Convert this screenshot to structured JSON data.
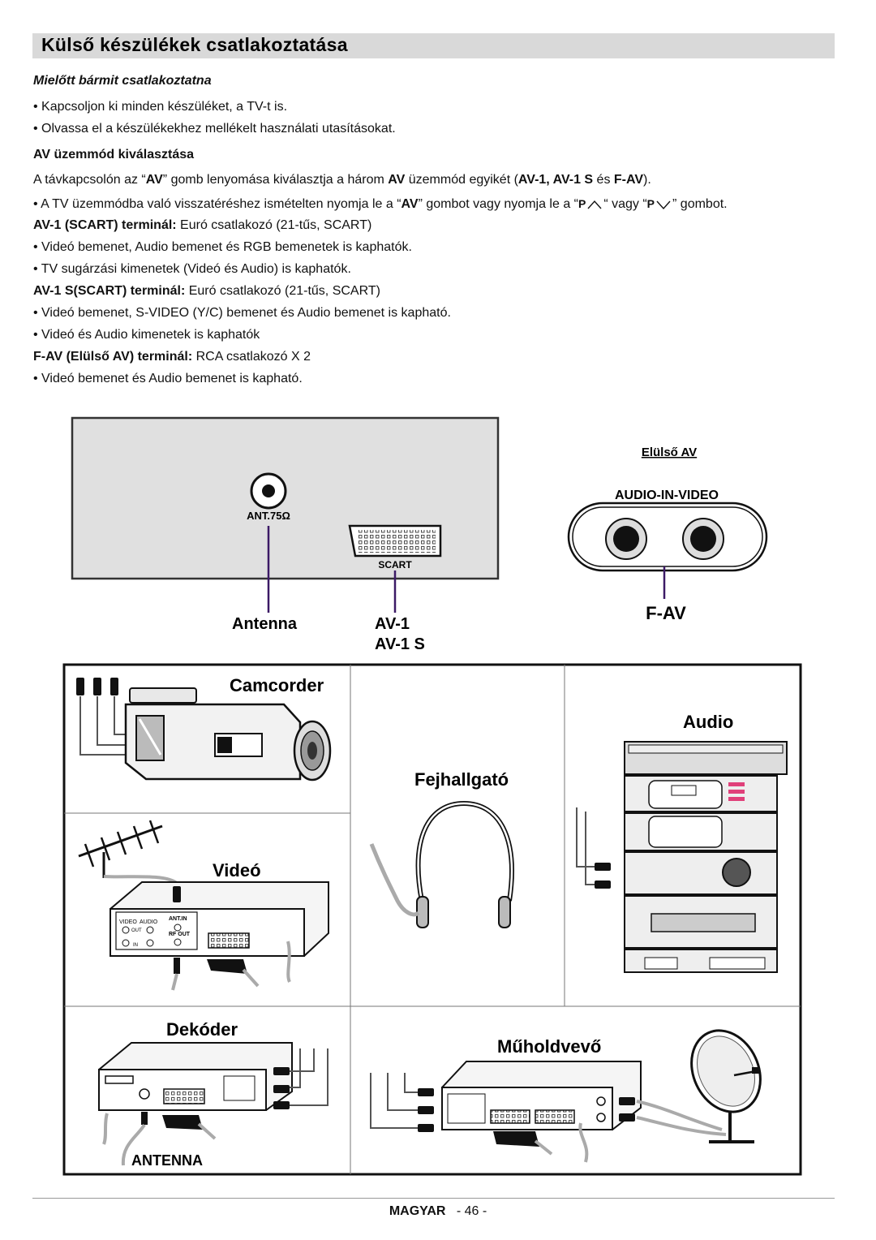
{
  "title": "Külső készülékek csatlakoztatása",
  "before": {
    "heading": "Mielőtt bármit csatlakoztatna",
    "bullets": [
      "Kapcsoljon ki minden készüléket, a TV-t is.",
      "Olvassa el a készülékekhez mellékelt használati utasításokat."
    ]
  },
  "av_mode": {
    "heading": "AV üzemmód kiválasztása",
    "line1_a": "A távkapcsolón az “",
    "line1_av": "AV",
    "line1_b": "” gomb lenyomása kiválasztja a három ",
    "line1_av2": "AV",
    "line1_c": " üzemmód egyikét (",
    "line1_modes": "AV-1, AV-1 S",
    "line1_es": " és ",
    "line1_fav": "F-AV",
    "line1_end": ").",
    "line2_a": "• A TV üzemmódba való visszatéréshez ismételten nyomja le a “",
    "line2_av": "AV",
    "line2_b": "” gombot vagy nyomja le a “",
    "line2_p1": "P",
    "line2_c": "“ vagy “",
    "line2_p2": "P",
    "line2_d": "” gombot."
  },
  "sections": [
    {
      "label": "AV-1 (SCART) terminál:",
      "text": " Euró csatlakozó (21-tűs, SCART)",
      "bullets": [
        "Videó bemenet, Audio bemenet és RGB bemenetek is kaphatók.",
        "TV sugárzási kimenetek (Videó és Audio) is kaphatók."
      ]
    },
    {
      "label": "AV-1 S(SCART) terminál:",
      "text": " Euró csatlakozó (21-tűs, SCART)",
      "bullets": [
        "Videó bemenet, S-VIDEO (Y/C) bemenet és Audio bemenet is kapható.",
        "Videó és Audio kimenetek is kaphatók"
      ]
    },
    {
      "label": "F-AV (Elülső AV) terminál:",
      "text": " RCA csatlakozó X 2",
      "bullets": [
        "Videó bemenet és Audio bemenet is kapható."
      ]
    }
  ],
  "panel": {
    "ant_label": "ANT.75Ω",
    "scart_label": "SCART",
    "front_av_title": "Elülső AV",
    "audio_in_video": "AUDIO-IN-VIDEO",
    "antenna_caption": "Antenna",
    "av1_caption": "AV-1",
    "av1s_caption": "AV-1 S",
    "fav_caption": "F-AV"
  },
  "devices": {
    "camcorder": "Camcorder",
    "audio": "Audio",
    "headphones": "Fejhallgató",
    "video": "Videó",
    "decoder": "Dekóder",
    "satellite": "Műholdvevő",
    "antenna": "ANTENNA",
    "vcr_video": "VIDEO",
    "vcr_audio": "AUDIO",
    "vcr_out": "OUT",
    "vcr_in": "IN",
    "vcr_ant_in": "ANT.IN",
    "vcr_rf_out": "RF OUT"
  },
  "footer": {
    "language": "MAGYAR",
    "page": "- 46 -"
  },
  "colors": {
    "purple_line": "#3c1a66",
    "title_bg": "#d9d9d9",
    "panel_bg": "#e0e0e0"
  }
}
